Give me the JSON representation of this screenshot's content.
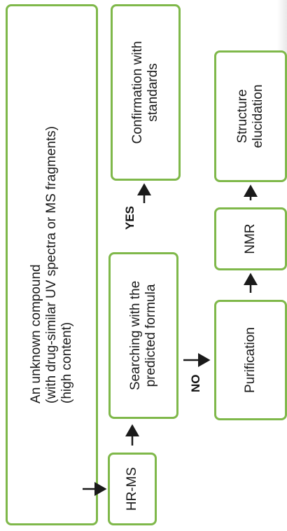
{
  "nodes": {
    "unknown_compound": "An unknown compound\n(with drug-similar UV spectra or MS fragments)\n(high content)",
    "hr_ms": "HR-MS",
    "searching": "Searching with the\npredicted formula",
    "confirmation": "Confirmation with\nstandards",
    "purification": "Purification",
    "nmr": "NMR",
    "structure": "Structure\nelucidation"
  },
  "edges": {
    "yes_label": "YES",
    "no_label": "NO"
  },
  "colors": {
    "box_border": "#7fb84a",
    "arrow": "#1a1a1a",
    "text": "#1a1a1a"
  }
}
